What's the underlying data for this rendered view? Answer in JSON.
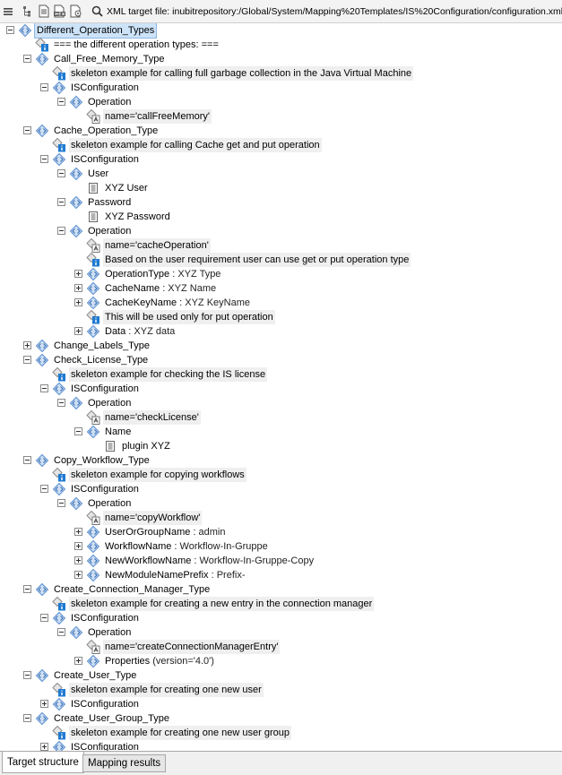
{
  "toolbar": {
    "icons": [
      "menu-icon",
      "tree-structure-icon",
      "document-icon",
      "hex-document-icon",
      "document-settings-icon",
      "search-icon"
    ],
    "target_label": "XML target file: inubitrepository:/Global/System/Mapping%20Templates/IS%20Configuration/configuration.xml"
  },
  "tree": {
    "rows": [
      {
        "depth": 0,
        "toggle": "minus",
        "icon": "element",
        "label": "Different_Operation_Types",
        "selected": true
      },
      {
        "depth": 1,
        "toggle": "none",
        "icon": "comment",
        "label": "=== the different operation types: ==="
      },
      {
        "depth": 1,
        "toggle": "minus",
        "icon": "element",
        "label": "Call_Free_Memory_Type"
      },
      {
        "depth": 2,
        "toggle": "none",
        "icon": "comment",
        "label": "skeleton example for calling full garbage collection in the Java Virtual Machine",
        "note": true
      },
      {
        "depth": 2,
        "toggle": "minus",
        "icon": "element",
        "label": "ISConfiguration"
      },
      {
        "depth": 3,
        "toggle": "minus",
        "icon": "element",
        "label": "Operation"
      },
      {
        "depth": 4,
        "toggle": "none",
        "icon": "attribute",
        "label": "name='callFreeMemory'",
        "note": true
      },
      {
        "depth": 1,
        "toggle": "minus",
        "icon": "element",
        "label": "Cache_Operation_Type"
      },
      {
        "depth": 2,
        "toggle": "none",
        "icon": "comment",
        "label": "skeleton example for calling Cache get and put operation",
        "note": true
      },
      {
        "depth": 2,
        "toggle": "minus",
        "icon": "element",
        "label": "ISConfiguration"
      },
      {
        "depth": 3,
        "toggle": "minus",
        "icon": "element",
        "label": "User"
      },
      {
        "depth": 4,
        "toggle": "none",
        "icon": "text",
        "label": "XYZ User"
      },
      {
        "depth": 3,
        "toggle": "minus",
        "icon": "element",
        "label": "Password"
      },
      {
        "depth": 4,
        "toggle": "none",
        "icon": "text",
        "label": "XYZ Password"
      },
      {
        "depth": 3,
        "toggle": "minus",
        "icon": "element",
        "label": "Operation"
      },
      {
        "depth": 4,
        "toggle": "none",
        "icon": "attribute",
        "label": "name='cacheOperation'",
        "note": true
      },
      {
        "depth": 4,
        "toggle": "none",
        "icon": "comment",
        "label": "Based on the user requirement user can use get or put operation type",
        "note": true
      },
      {
        "depth": 4,
        "toggle": "plus",
        "icon": "element",
        "label": "OperationType",
        "value": " : XYZ Type"
      },
      {
        "depth": 4,
        "toggle": "plus",
        "icon": "element",
        "label": "CacheName",
        "value": " : XYZ Name"
      },
      {
        "depth": 4,
        "toggle": "plus",
        "icon": "element",
        "label": "CacheKeyName",
        "value": " : XYZ KeyName"
      },
      {
        "depth": 4,
        "toggle": "none",
        "icon": "comment",
        "label": "This will be used only for put operation",
        "note": true
      },
      {
        "depth": 4,
        "toggle": "plus",
        "icon": "element",
        "label": "Data",
        "value": " : XYZ data"
      },
      {
        "depth": 1,
        "toggle": "plus",
        "icon": "element",
        "label": "Change_Labels_Type"
      },
      {
        "depth": 1,
        "toggle": "minus",
        "icon": "element",
        "label": "Check_License_Type"
      },
      {
        "depth": 2,
        "toggle": "none",
        "icon": "comment",
        "label": "skeleton example for checking the IS license",
        "note": true
      },
      {
        "depth": 2,
        "toggle": "minus",
        "icon": "element",
        "label": "ISConfiguration"
      },
      {
        "depth": 3,
        "toggle": "minus",
        "icon": "element",
        "label": "Operation"
      },
      {
        "depth": 4,
        "toggle": "none",
        "icon": "attribute",
        "label": "name='checkLicense'",
        "note": true
      },
      {
        "depth": 4,
        "toggle": "minus",
        "icon": "element",
        "label": "Name"
      },
      {
        "depth": 5,
        "toggle": "none",
        "icon": "text",
        "label": "plugin XYZ"
      },
      {
        "depth": 1,
        "toggle": "minus",
        "icon": "element",
        "label": "Copy_Workflow_Type"
      },
      {
        "depth": 2,
        "toggle": "none",
        "icon": "comment",
        "label": "skeleton example for copying workflows",
        "note": true
      },
      {
        "depth": 2,
        "toggle": "minus",
        "icon": "element",
        "label": "ISConfiguration"
      },
      {
        "depth": 3,
        "toggle": "minus",
        "icon": "element",
        "label": "Operation"
      },
      {
        "depth": 4,
        "toggle": "none",
        "icon": "attribute",
        "label": "name='copyWorkflow'",
        "note": true
      },
      {
        "depth": 4,
        "toggle": "plus",
        "icon": "element",
        "label": "UserOrGroupName",
        "value": " : admin"
      },
      {
        "depth": 4,
        "toggle": "plus",
        "icon": "element",
        "label": "WorkflowName",
        "value": " : Workflow-In-Gruppe"
      },
      {
        "depth": 4,
        "toggle": "plus",
        "icon": "element",
        "label": "NewWorkflowName",
        "value": " : Workflow-In-Gruppe-Copy"
      },
      {
        "depth": 4,
        "toggle": "plus",
        "icon": "element",
        "label": "NewModuleNamePrefix",
        "value": " : Prefix-"
      },
      {
        "depth": 1,
        "toggle": "minus",
        "icon": "element",
        "label": "Create_Connection_Manager_Type"
      },
      {
        "depth": 2,
        "toggle": "none",
        "icon": "comment",
        "label": "skeleton example for creating a new entry in the connection manager",
        "note": true
      },
      {
        "depth": 2,
        "toggle": "minus",
        "icon": "element",
        "label": "ISConfiguration"
      },
      {
        "depth": 3,
        "toggle": "minus",
        "icon": "element",
        "label": "Operation"
      },
      {
        "depth": 4,
        "toggle": "none",
        "icon": "attribute",
        "label": "name='createConnectionManagerEntry'",
        "note": true
      },
      {
        "depth": 4,
        "toggle": "plus",
        "icon": "element",
        "label": "Properties",
        "value": " (version='4.0')"
      },
      {
        "depth": 1,
        "toggle": "minus",
        "icon": "element",
        "label": "Create_User_Type"
      },
      {
        "depth": 2,
        "toggle": "none",
        "icon": "comment",
        "label": "skeleton example for creating one new user",
        "note": true
      },
      {
        "depth": 2,
        "toggle": "plus",
        "icon": "element",
        "label": "ISConfiguration"
      },
      {
        "depth": 1,
        "toggle": "minus",
        "icon": "element",
        "label": "Create_User_Group_Type"
      },
      {
        "depth": 2,
        "toggle": "none",
        "icon": "comment",
        "label": "skeleton example for creating one new user group",
        "note": true
      },
      {
        "depth": 2,
        "toggle": "plus",
        "icon": "element",
        "label": "ISConfiguration"
      }
    ]
  },
  "tabs": {
    "target_structure": "Target structure",
    "mapping_results": "Mapping results"
  },
  "colors": {
    "selection": "#cde3f8",
    "element_icon": "#5b8fd0",
    "comment_badge": "#1f7ad1"
  }
}
